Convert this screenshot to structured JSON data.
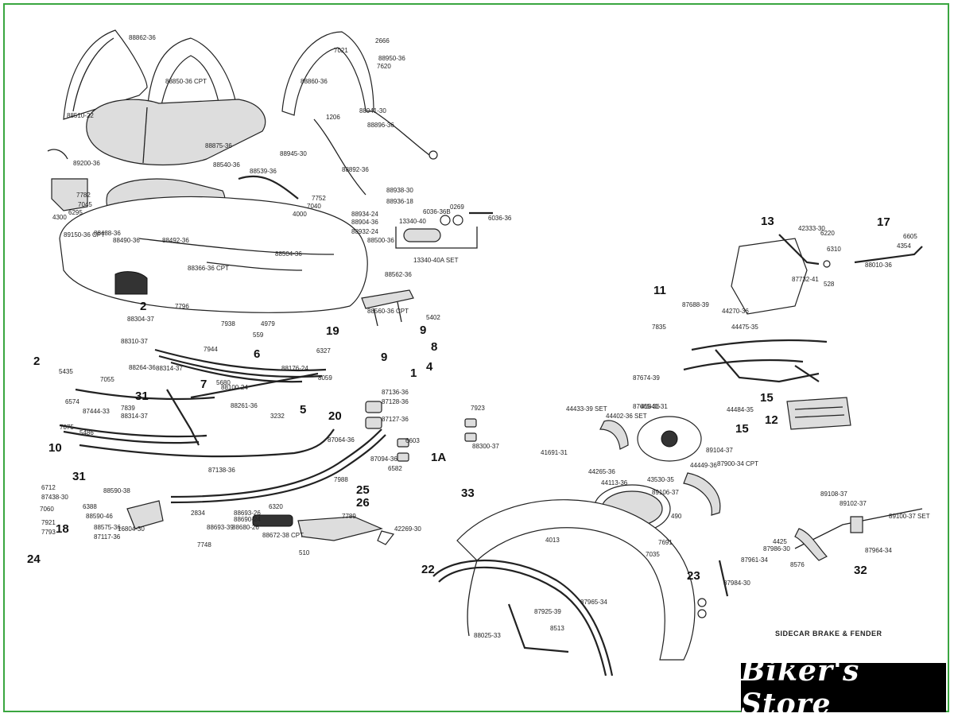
{
  "caption": "SIDECAR BRAKE & FENDER",
  "watermark": "Biker's Store",
  "callouts": [
    "1",
    "1A",
    "2",
    "4",
    "5",
    "6",
    "7",
    "8",
    "9",
    "10",
    "11",
    "12",
    "13",
    "15",
    "17",
    "18",
    "19",
    "20",
    "22",
    "23",
    "24",
    "25",
    "26",
    "31",
    "32",
    "33"
  ],
  "parts": [
    "88862-36",
    "88850-36 CPT",
    "88860-36",
    "2666",
    "7021",
    "88950-36",
    "7620",
    "88941-30",
    "88896-36",
    "1206",
    "88510-22",
    "88875-36",
    "88945-30",
    "88540-36",
    "88539-36",
    "88892-36",
    "89200-36",
    "7782",
    "7045",
    "6295",
    "4300",
    "89150-36 CPT",
    "88488-36",
    "88490-36",
    "88492-36",
    "88938-30",
    "88936-18",
    "7752",
    "7040",
    "4000",
    "88934-24",
    "88904-36",
    "88932-24",
    "88500-36",
    "13340-40",
    "6036-36B",
    "0269",
    "6036-36",
    "13340-40A SET",
    "88504-36",
    "88366-36 CPT",
    "88562-36",
    "88560-36 CPT",
    "5402",
    "7796",
    "88304-37",
    "88310-37",
    "6574",
    "7938",
    "4979",
    "559",
    "7944",
    "88314-37",
    "88176-24",
    "88100-24",
    "5680",
    "6327",
    "8059",
    "87136-36",
    "87128-36",
    "87127-36",
    "6603",
    "6582",
    "7923",
    "88300-37",
    "5435",
    "88264-36",
    "7055",
    "7839",
    "88314-37",
    "87444-33",
    "7075",
    "5486",
    "88261-36",
    "3232",
    "87064-36",
    "87138-36",
    "87094-36",
    "7988",
    "6712",
    "87438-30",
    "7060",
    "7921",
    "7793",
    "88590-38",
    "6388",
    "88590-46",
    "88575-36",
    "87117-36",
    "16804-30",
    "2834",
    "7748",
    "6320",
    "88693-26",
    "88690-24",
    "88680-26",
    "88693-39",
    "88672-38 CPT",
    "7789",
    "42269-30",
    "510",
    "42333-30",
    "6220",
    "6310",
    "528",
    "87732-41",
    "6605",
    "4354",
    "88010-36",
    "87688-39",
    "44270-36",
    "7835",
    "44475-35",
    "87674-39",
    "41841-31",
    "87665-36",
    "44484-35",
    "44433-39 SET",
    "44402-36 SET",
    "44449-36",
    "41691-31",
    "44265-36",
    "490",
    "87900-34 CPT",
    "44113-36",
    "43530-35",
    "89106-37",
    "89104-37",
    "4013",
    "7691",
    "7035",
    "89108-37",
    "89102-37",
    "89100-37 SET",
    "4425",
    "87986-30",
    "87961-34",
    "8576",
    "87964-34",
    "87984-30",
    "87965-34",
    "87925-39",
    "8513",
    "88025-33"
  ]
}
